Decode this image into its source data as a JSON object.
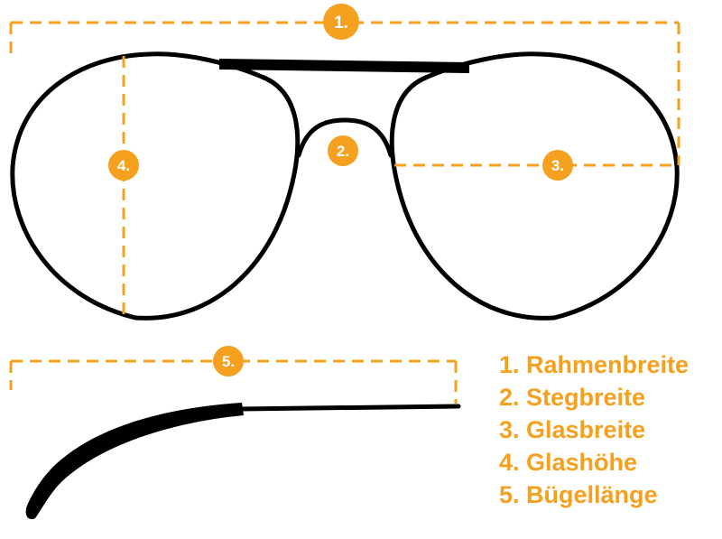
{
  "colors": {
    "accent": "#F5A01F",
    "frame": "#000000",
    "background": "#FFFFFF"
  },
  "markers": [
    {
      "label": "1."
    },
    {
      "label": "2."
    },
    {
      "label": "3."
    },
    {
      "label": "4."
    },
    {
      "label": "5."
    }
  ],
  "legend": {
    "items": [
      {
        "label": "1. Rahmenbreite"
      },
      {
        "label": "2. Stegbreite"
      },
      {
        "label": "3. Glasbreite"
      },
      {
        "label": "4. Glashöhe"
      },
      {
        "label": "5. Bügellänge"
      }
    ]
  }
}
